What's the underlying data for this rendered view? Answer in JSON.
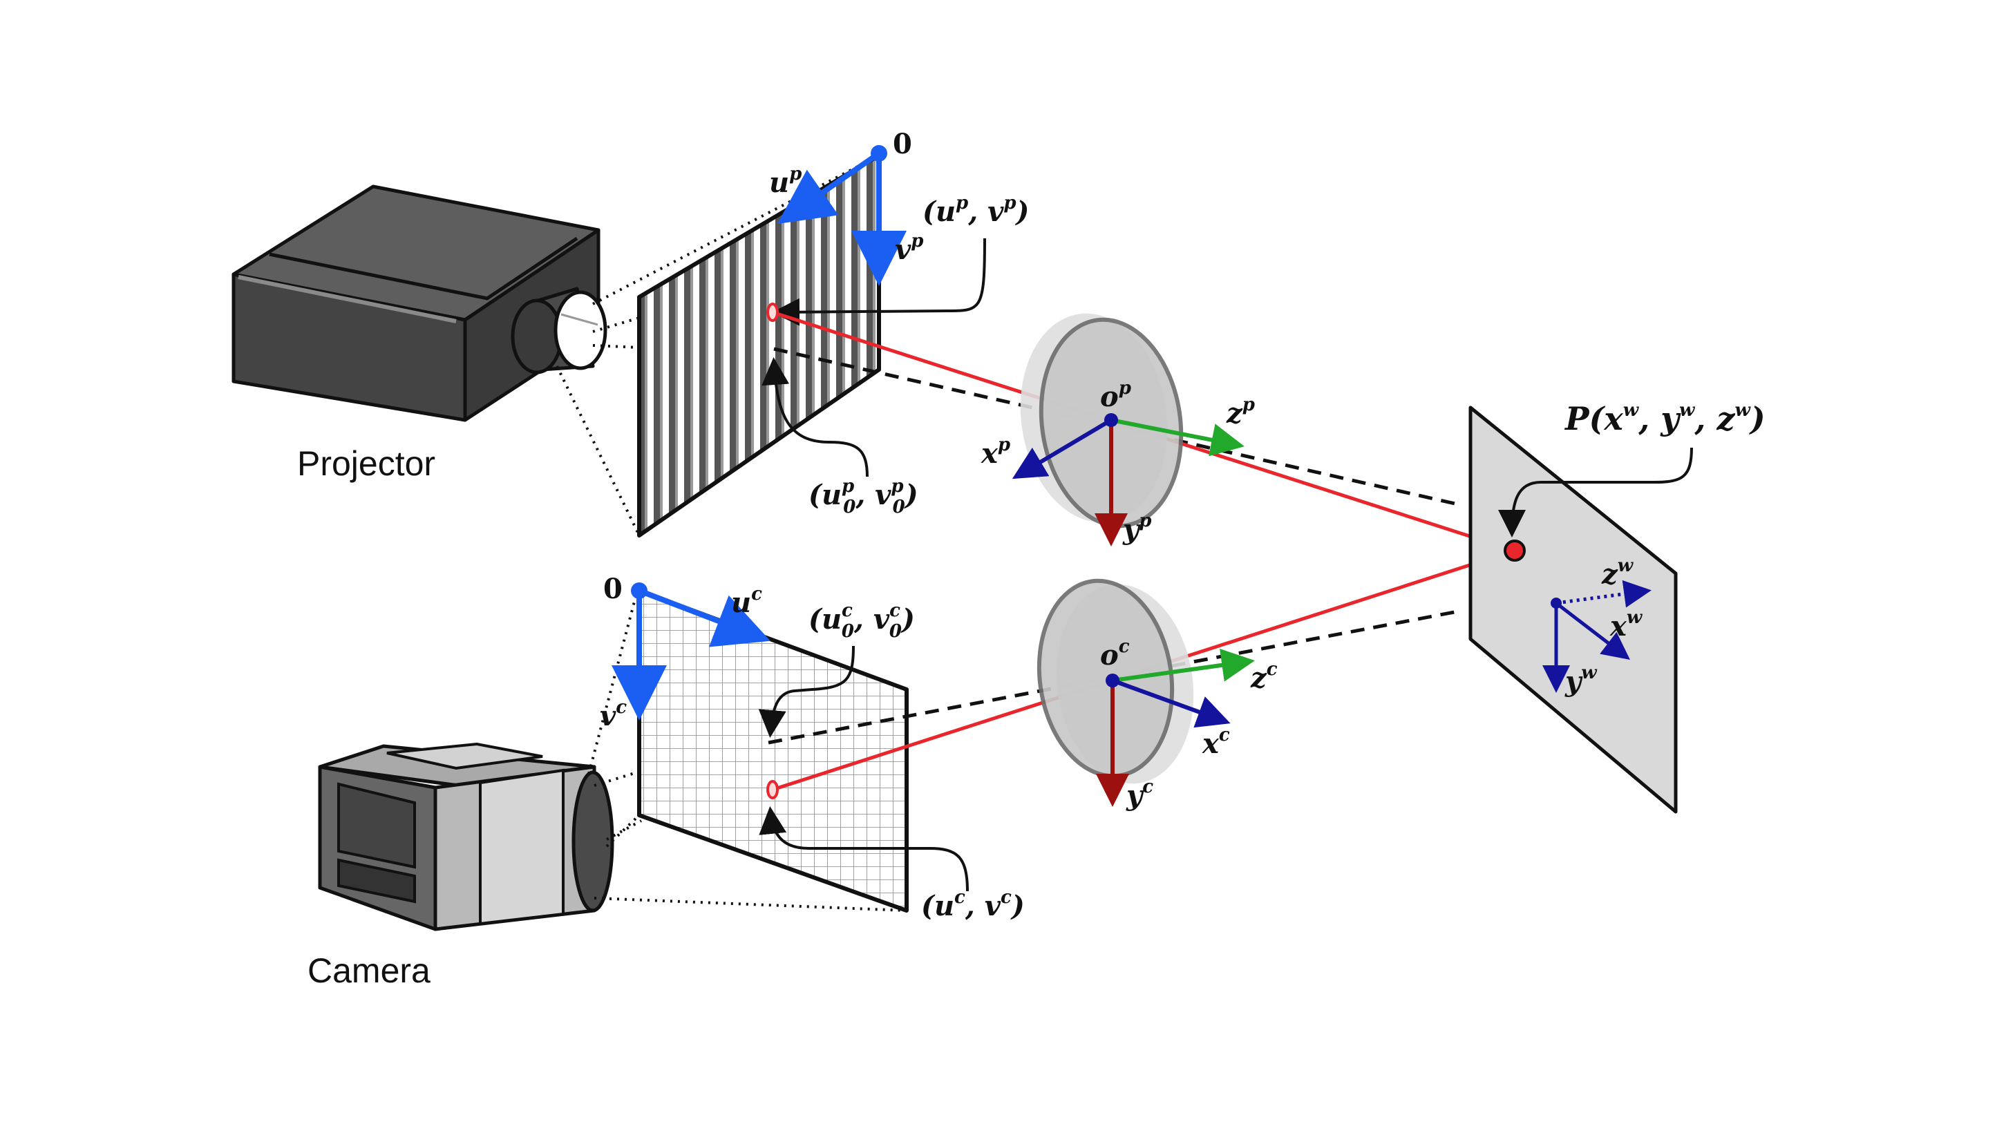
{
  "labels": {
    "projector": "Projector",
    "camera": "Camera",
    "zero": "0"
  },
  "math": {
    "u": "u",
    "v": "v",
    "x": "x",
    "y": "y",
    "z": "z",
    "o": "o",
    "P": "P",
    "p": "p",
    "c": "c",
    "w": "w",
    "sub0": "0",
    "lparen": "(",
    "rparen": ")",
    "comma": ", "
  },
  "colors": {
    "ray": "#e8262b",
    "image_axis": "#1a5ff2",
    "lens_axis_x": "#13139e",
    "lens_axis_y": "#9c1010",
    "lens_axis_z": "#22a82a",
    "world_axis": "#13139e",
    "lens_fill": "#c8c8c8",
    "plane_fill": "#d9d9d9",
    "device_dark": "#444444"
  }
}
